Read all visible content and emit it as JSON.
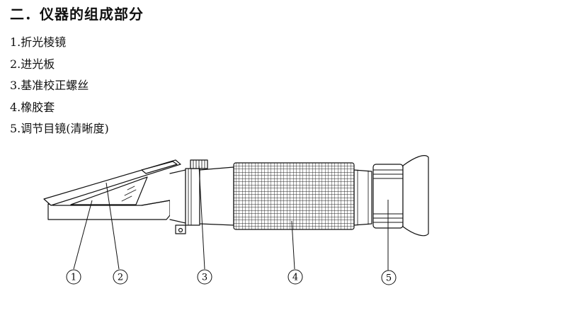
{
  "heading": "二．仪器的组成部分",
  "parts": [
    {
      "num": "1.",
      "label": "折光棱镜"
    },
    {
      "num": "2.",
      "label": "进光板"
    },
    {
      "num": "3.",
      "label": "基准校正螺丝"
    },
    {
      "num": "4.",
      "label": "橡胶套"
    },
    {
      "num": "5.",
      "label": "调节目镜(清晰度)"
    }
  ],
  "callouts": [
    "1",
    "2",
    "3",
    "4",
    "5"
  ]
}
